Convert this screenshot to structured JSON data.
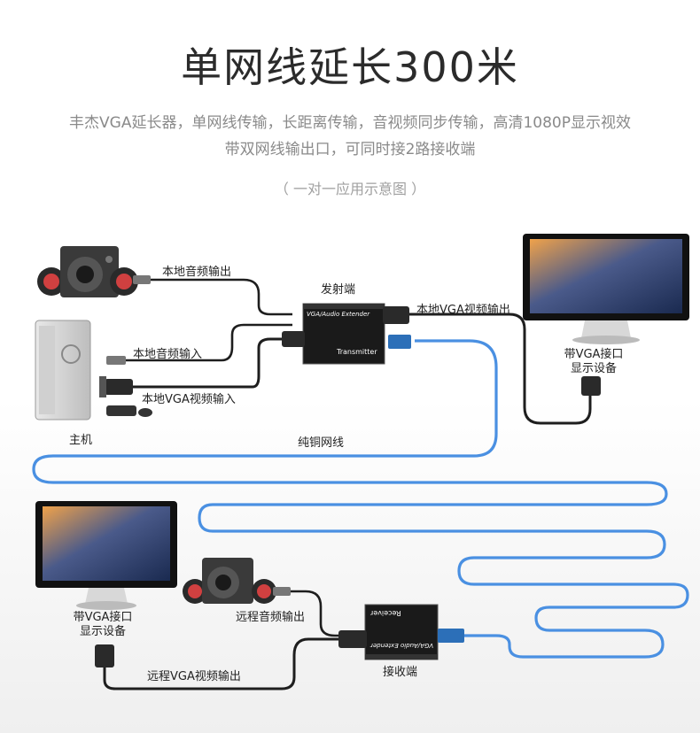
{
  "header": {
    "title": "单网线延长300米",
    "subtitle_line1": "丰杰VGA延长器，单网线传输，长距离传输，音视频同步传输，高清1080P显示视效",
    "subtitle_line2": "带双网线输出口，可同时接2路接收端",
    "caption": "（ 一对一应用示意图 ）"
  },
  "labels": {
    "local_audio_out": "本地音频输出",
    "local_audio_in": "本地音频输入",
    "local_vga_in": "本地VGA视频输入",
    "host": "主机",
    "transmitter_end": "发射端",
    "local_vga_out": "本地VGA视频输出",
    "vga_monitor_top_line1": "带VGA接口",
    "vga_monitor_top_line2": "显示设备",
    "cable": "纯铜网线",
    "vga_monitor_bottom_line1": "带VGA接口",
    "vga_monitor_bottom_line2": "显示设备",
    "remote_audio_out": "远程音频输出",
    "remote_vga_out": "远程VGA视频输出",
    "receiver_end": "接收端"
  },
  "devices": {
    "transmitter_brand": "VGA/Audio Extender",
    "transmitter_name": "Transmitter",
    "receiver_brand": "VGA/Audio Extender",
    "receiver_name": "Receiver"
  },
  "colors": {
    "cable_blue": "#4a90e2",
    "wire_black": "#1e1e1e",
    "device_body": "#1a1a1a",
    "connector_blue": "#2c6fb8",
    "background_bottom": "#f4f4f4"
  }
}
